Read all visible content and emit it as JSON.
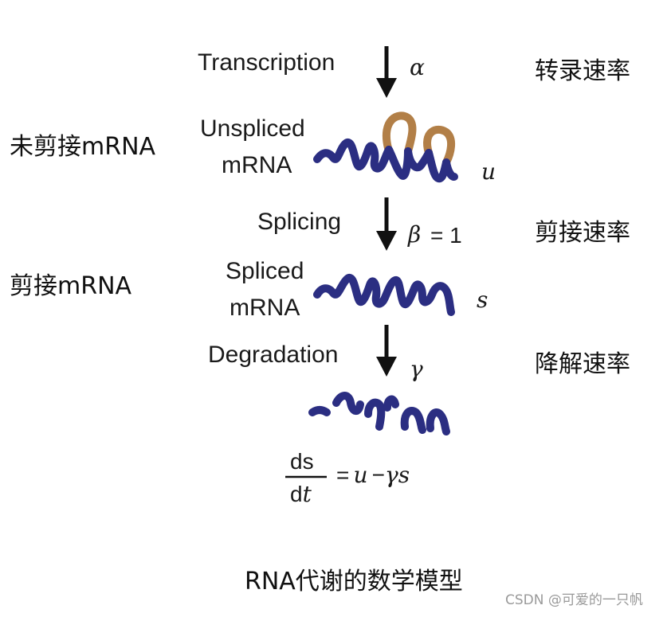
{
  "stages": {
    "transcription": "Transcription",
    "unspliced_line1": "Unspliced",
    "unspliced_line2": "mRNA",
    "splicing": "Splicing",
    "spliced_line1": "Spliced",
    "spliced_line2": "mRNA",
    "degradation": "Degradation"
  },
  "symbols": {
    "alpha": "α",
    "beta": "β",
    "beta_eq": "= 1",
    "gamma": "γ",
    "u": "u",
    "s": "s"
  },
  "cn_labels": {
    "transcription_rate": "转录速率",
    "splicing_rate": "剪接速率",
    "degradation_rate": "降解速率",
    "unspliced_mrna": "未剪接mRNA",
    "spliced_mrna": "剪接mRNA"
  },
  "equation": {
    "numerator": "ds",
    "denominator_d": "d",
    "denominator_t": "t",
    "rhs_eq": "=",
    "rhs_u": "u",
    "rhs_minus": "−",
    "rhs_gamma": "γ",
    "rhs_s": "s"
  },
  "caption": "RNA代谢的数学模型",
  "watermark": "CSDN @可爱的一只帆",
  "colors": {
    "exon": "#2b2e82",
    "intron": "#b27f47",
    "arrow": "#111111"
  }
}
